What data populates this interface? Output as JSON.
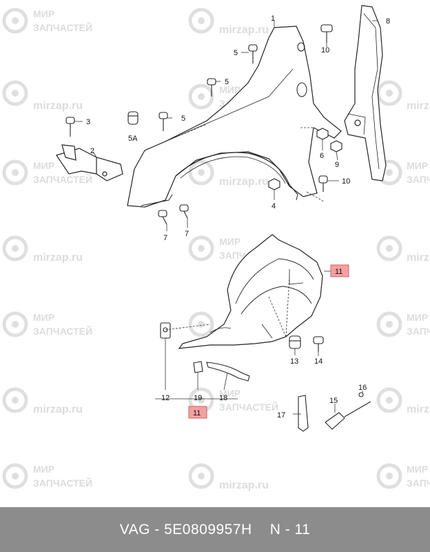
{
  "footer": {
    "brand_part": "VAG - 5E0809957H",
    "position": "N - 11"
  },
  "watermark": {
    "line1": "МИР",
    "line2": "ЗАПЧАСТЕЙ",
    "site": "mirzap.ru",
    "color": "#d8d8d8"
  },
  "callouts": {
    "c1": "1",
    "c2": "2",
    "c3": "3",
    "c4": "4",
    "c5a": "5",
    "c5b": "5",
    "c5c": "5",
    "c5A": "5A",
    "c6": "6",
    "c7a": "7",
    "c7b": "7",
    "c8": "8",
    "c9": "9",
    "c10a": "10",
    "c10b": "10",
    "c11": "11",
    "c11b": "11",
    "c12": "12",
    "c13": "13",
    "c14": "14",
    "c15": "15",
    "c16": "16",
    "c17": "17",
    "c18": "18",
    "c19": "19"
  },
  "colors": {
    "highlight_fill": "#f4a0a0",
    "highlight_stroke": "#d06060",
    "footer_bg": "#8c8c8c",
    "line": "#222222"
  }
}
